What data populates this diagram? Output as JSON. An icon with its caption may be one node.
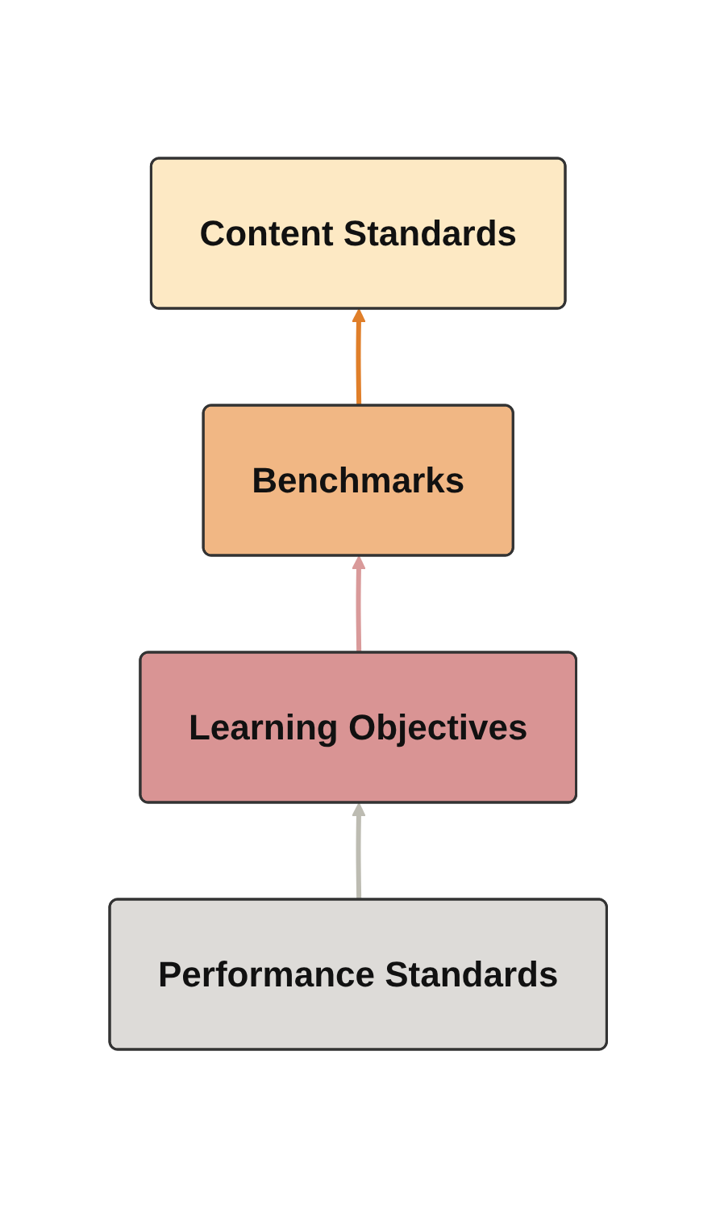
{
  "diagram": {
    "nodes": [
      {
        "text": [
          "Content Standards"
        ]
      },
      {
        "text": [
          "Benchmarks"
        ]
      },
      {
        "text": [
          "Learning Objectives"
        ]
      },
      {
        "text": [
          "Performance Standards"
        ]
      }
    ],
    "edges": [
      {
        "from": 3,
        "to": 2,
        "arrow": "to",
        "color": "#bdbcb2"
      },
      {
        "from": 2,
        "to": 1,
        "arrow": "to",
        "color": "#d99a9a"
      },
      {
        "from": 1,
        "to": 0,
        "arrow": "to",
        "color": "#e07f2a"
      }
    ]
  }
}
